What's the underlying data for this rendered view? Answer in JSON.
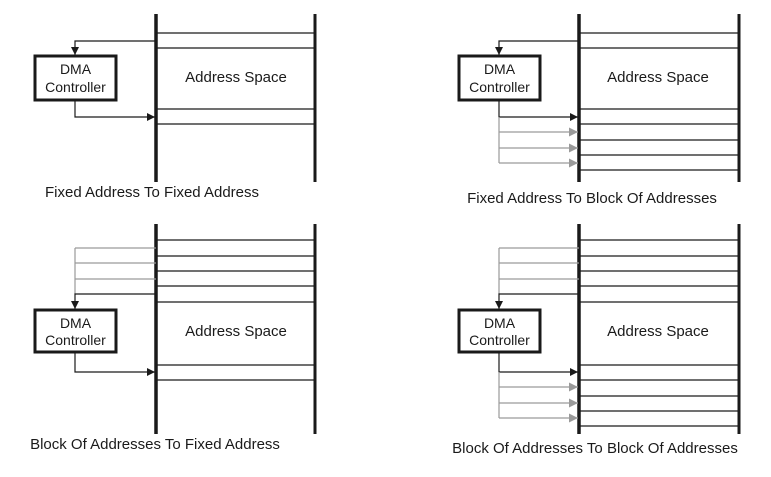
{
  "colors": {
    "dark": "#1a1a1a",
    "gray": "#9a9a9a",
    "background": "#ffffff"
  },
  "panels": [
    {
      "caption": "Fixed Address To Fixed Address",
      "controller": {
        "line1": "DMA",
        "line2": "Controller"
      },
      "address_label": "Address Space",
      "source": "fixed",
      "destination": "fixed"
    },
    {
      "caption": "Fixed Address To Block Of Addresses",
      "controller": {
        "line1": "DMA",
        "line2": "Controller"
      },
      "address_label": "Address Space",
      "source": "fixed",
      "destination": "block"
    },
    {
      "caption": "Block Of Addresses To Fixed Address",
      "controller": {
        "line1": "DMA",
        "line2": "Controller"
      },
      "address_label": "Address Space",
      "source": "block",
      "destination": "fixed"
    },
    {
      "caption": "Block Of Addresses To Block Of Addresses",
      "controller": {
        "line1": "DMA",
        "line2": "Controller"
      },
      "address_label": "Address Space",
      "source": "block",
      "destination": "block"
    }
  ]
}
